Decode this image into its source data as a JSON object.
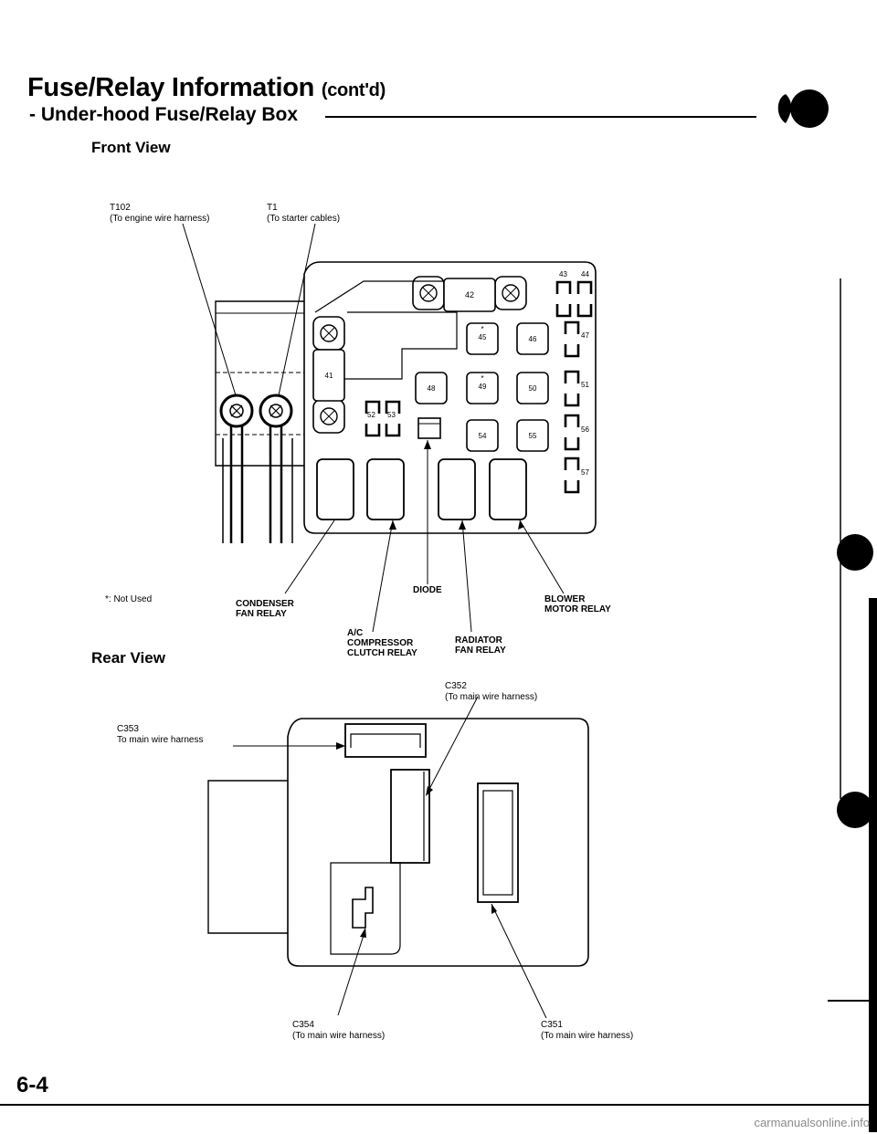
{
  "header": {
    "title": "Fuse/Relay Information",
    "title_suffix": "(cont'd)",
    "section": "Under-hood Fuse/Relay Box"
  },
  "front_view": {
    "heading": "Front View",
    "t102": {
      "id": "T102",
      "desc": "(To engine wire harness)"
    },
    "t1": {
      "id": "T1",
      "desc": "(To starter cables)"
    },
    "note": "*: Not Used",
    "fuses": [
      {
        "num": "42",
        "star": ""
      },
      {
        "num": "43",
        "star": ""
      },
      {
        "num": "44",
        "star": ""
      },
      {
        "num": "45",
        "star": "*"
      },
      {
        "num": "46",
        "star": ""
      },
      {
        "num": "47",
        "star": ""
      },
      {
        "num": "41",
        "star": ""
      },
      {
        "num": "48",
        "star": ""
      },
      {
        "num": "49",
        "star": "*"
      },
      {
        "num": "50",
        "star": ""
      },
      {
        "num": "51",
        "star": ""
      },
      {
        "num": "52",
        "star": ""
      },
      {
        "num": "53",
        "star": ""
      },
      {
        "num": "54",
        "star": ""
      },
      {
        "num": "55",
        "star": ""
      },
      {
        "num": "56",
        "star": ""
      },
      {
        "num": "57",
        "star": ""
      }
    ],
    "callouts": {
      "diode": "DIODE",
      "condenser": "CONDENSER\nFAN RELAY",
      "blower": "BLOWER\nMOTOR RELAY",
      "ac": "A/C\nCOMPRESSOR\nCLUTCH RELAY",
      "radiator": "RADIATOR\nFAN RELAY"
    }
  },
  "rear_view": {
    "heading": "Rear View",
    "c352": {
      "id": "C352",
      "desc": "(To main wire harness)"
    },
    "c353": {
      "id": "C353",
      "desc": "To main wire harness"
    },
    "c354": {
      "id": "C354",
      "desc": "(To main wire harness)"
    },
    "c351": {
      "id": "C351",
      "desc": "(To main wire harness)"
    }
  },
  "footer": {
    "page_number": "6-4",
    "watermark": "carmanualsonline.info"
  }
}
